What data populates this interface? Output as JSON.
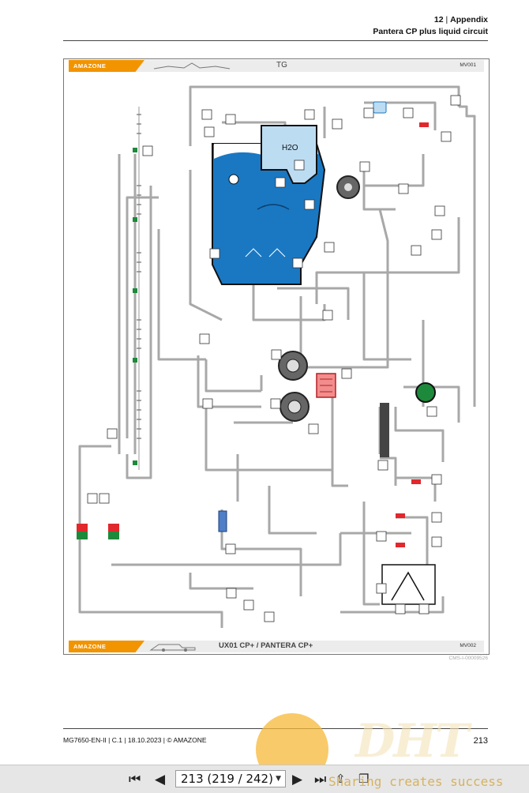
{
  "header": {
    "chapter_number": "12",
    "chapter_title": "Appendix",
    "page_title": "Pantera CP plus liquid circuit"
  },
  "diagram": {
    "brand": "AMAZONE",
    "top_band_label": "TG",
    "top_band_code": "MV001",
    "bottom_band_label": "UX01 CP+ / PANTERA CP+",
    "bottom_band_code": "MV002",
    "reference_code": "CMS-I-00009526",
    "tank_label": "H2O",
    "colors": {
      "tank_fill": "#1a78c2",
      "freshwater_fill": "#bcdcf2",
      "pipe": "#a8a8a8",
      "valve_red": "#e0282d",
      "valve_green": "#1d8a3b",
      "brand_orange": "#f29400"
    }
  },
  "footer": {
    "doc_info": "MG7650-EN-II | C.1 | 18.10.2023 | © AMAZONE",
    "page_number": "213"
  },
  "viewer": {
    "page_indicator": "213 (219 / 242)",
    "watermark_slogan": "Sharing creates success",
    "watermark_logo": "DHT"
  }
}
